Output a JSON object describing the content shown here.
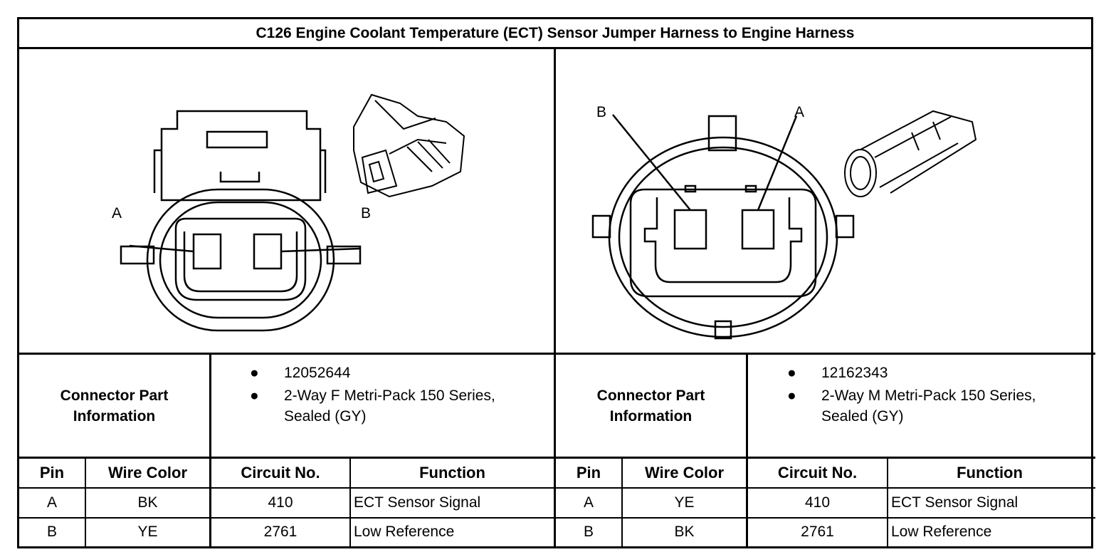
{
  "title": "C126 Engine Coolant Temperature (ECT) Sensor Jumper Harness to Engine Harness",
  "left_diagram": {
    "pin_label_a": "A",
    "pin_label_b": "B"
  },
  "right_diagram": {
    "pin_label_a": "A",
    "pin_label_b": "B"
  },
  "left_info": {
    "label_line1": "Connector Part",
    "label_line2": "Information",
    "bullet": "●",
    "part_number": "12052644",
    "description_line1": "2-Way F Metri-Pack 150 Series,",
    "description_line2": "Sealed (GY)"
  },
  "right_info": {
    "label_line1": "Connector Part",
    "label_line2": "Information",
    "bullet": "●",
    "part_number": "12162343",
    "description_line1": "2-Way M Metri-Pack 150 Series,",
    "description_line2": "Sealed (GY)"
  },
  "table_headers": [
    "Pin",
    "Wire Color",
    "Circuit No.",
    "Function"
  ],
  "left_table": [
    [
      "A",
      "BK",
      "410",
      "ECT Sensor Signal"
    ],
    [
      "B",
      "YE",
      "2761",
      "Low Reference"
    ]
  ],
  "right_table": [
    [
      "A",
      "YE",
      "410",
      "ECT Sensor Signal"
    ],
    [
      "B",
      "BK",
      "2761",
      "Low Reference"
    ]
  ]
}
